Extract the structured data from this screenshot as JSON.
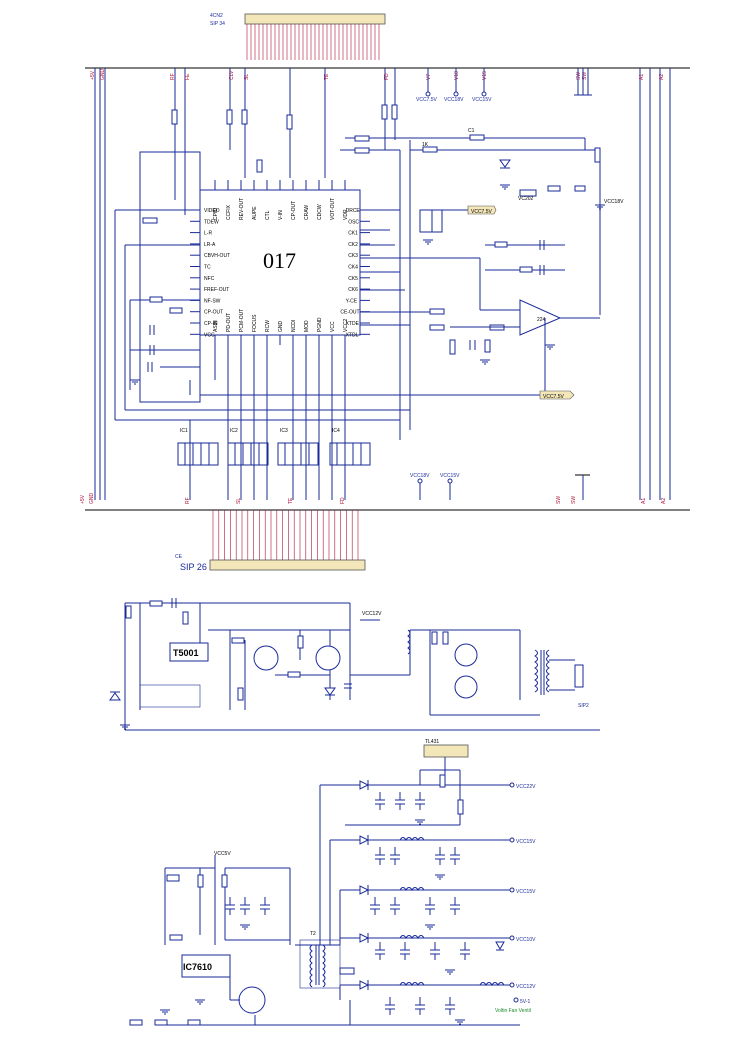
{
  "connector_top": {
    "ref": "4CN2",
    "type": "SIP 34"
  },
  "connector_bottom": {
    "ref": "CE",
    "type": "SIP 26"
  },
  "ic_main": {
    "label": "017"
  },
  "ic_osc": {
    "label": "T5001"
  },
  "ic_pwm": {
    "label": "IC7610"
  },
  "regulator": {
    "label": "TL431"
  },
  "out_connector": {
    "label": "SIP2"
  },
  "supply_labels": {
    "vcc75": "VCC7.5V",
    "vcc18": "VCC18V",
    "vcc15": "VCC15V",
    "vcc10": "VCC10V",
    "vcc12": "VCC12V",
    "vcc22": "VCC22V",
    "vcc5": "VCC5V",
    "fan": "Voltin Fan Ventil"
  },
  "chip_pins_left": [
    "VIDEO",
    "TDEW",
    "L-R",
    "LR-A",
    "CBVH-OUT",
    "TC",
    "NFC",
    "FREF-OUT",
    "NF-SW",
    "CP-OUT",
    "CP-IN",
    "VCC"
  ],
  "chip_pins_right": [
    "DRCE",
    "OSC",
    "CK1",
    "CK2",
    "CK3",
    "CK4",
    "CK5",
    "CK6",
    "Y-CE",
    "CE-OUT",
    "XTDE",
    "XTDL"
  ],
  "chip_pins_top": [
    "CPID",
    "CCFIX",
    "REV-OUT",
    "AUPE",
    "CTL",
    "V-IN",
    "CP-OUT",
    "CRAW",
    "CDCW",
    "VOT-OUT",
    "VDR"
  ],
  "chip_pins_bottom": [
    "ASIN",
    "PD-OUT",
    "PCM-OUT",
    "FOCUS",
    "RCW",
    "GND",
    "NCDI",
    "MOD",
    "PGND",
    "VCC",
    "VCC2"
  ],
  "opamp": {
    "label": "224"
  },
  "transformer": {
    "label": "T2"
  },
  "misc": {
    "ic1": "IC1",
    "ic2": "IC2",
    "ic3": "IC3",
    "ic4": "IC4"
  }
}
